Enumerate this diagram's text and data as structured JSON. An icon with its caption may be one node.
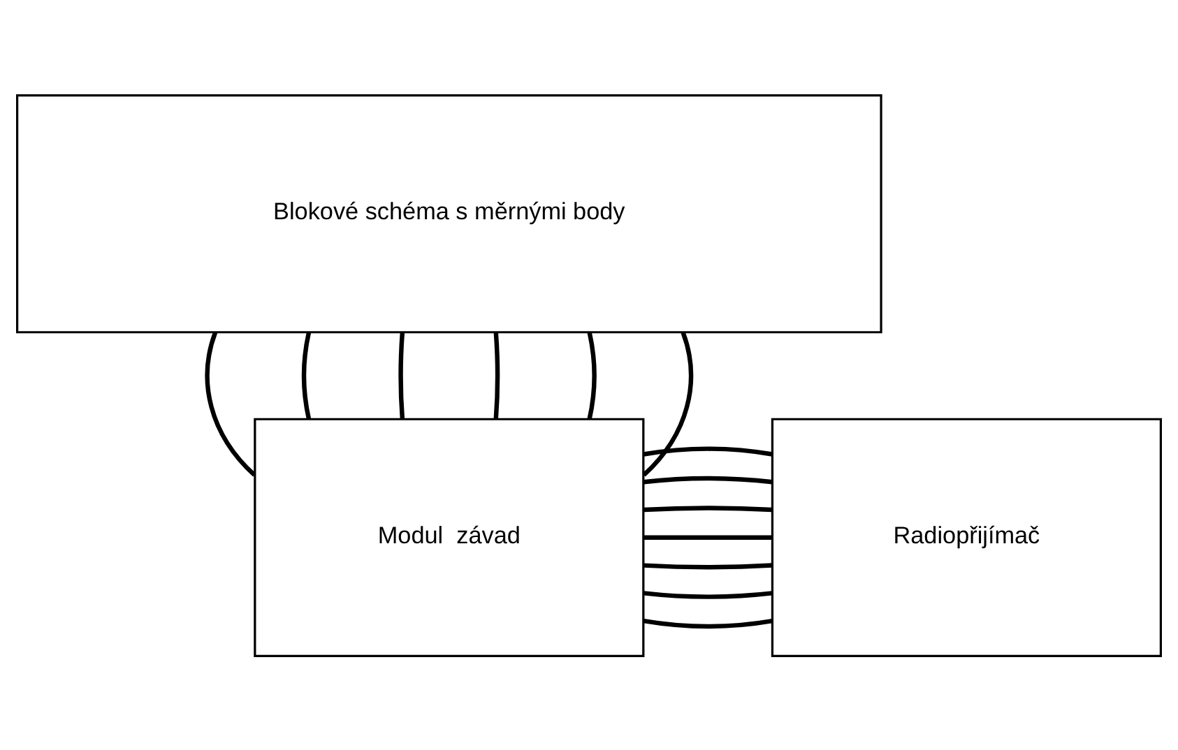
{
  "diagram": {
    "nodes": [
      {
        "text": [
          "Blokové schéma s měrnými body"
        ]
      },
      {
        "text": [
          "Modul  závad"
        ]
      },
      {
        "text": [
          "Radiopřijímač"
        ]
      }
    ],
    "edges": [
      {
        "from": 0,
        "to": 1,
        "arrow": "none"
      },
      {
        "from": 0,
        "to": 1,
        "arrow": "none"
      },
      {
        "from": 0,
        "to": 1,
        "arrow": "none"
      },
      {
        "from": 0,
        "to": 1,
        "arrow": "none"
      },
      {
        "from": 0,
        "to": 1,
        "arrow": "none"
      },
      {
        "from": 0,
        "to": 1,
        "arrow": "none"
      },
      {
        "from": 1,
        "to": 2,
        "arrow": "none"
      },
      {
        "from": 1,
        "to": 2,
        "arrow": "none"
      },
      {
        "from": 1,
        "to": 2,
        "arrow": "none"
      },
      {
        "from": 1,
        "to": 2,
        "arrow": "none"
      },
      {
        "from": 1,
        "to": 2,
        "arrow": "none"
      },
      {
        "from": 1,
        "to": 2,
        "arrow": "none"
      },
      {
        "from": 1,
        "to": 2,
        "arrow": "none"
      }
    ]
  }
}
